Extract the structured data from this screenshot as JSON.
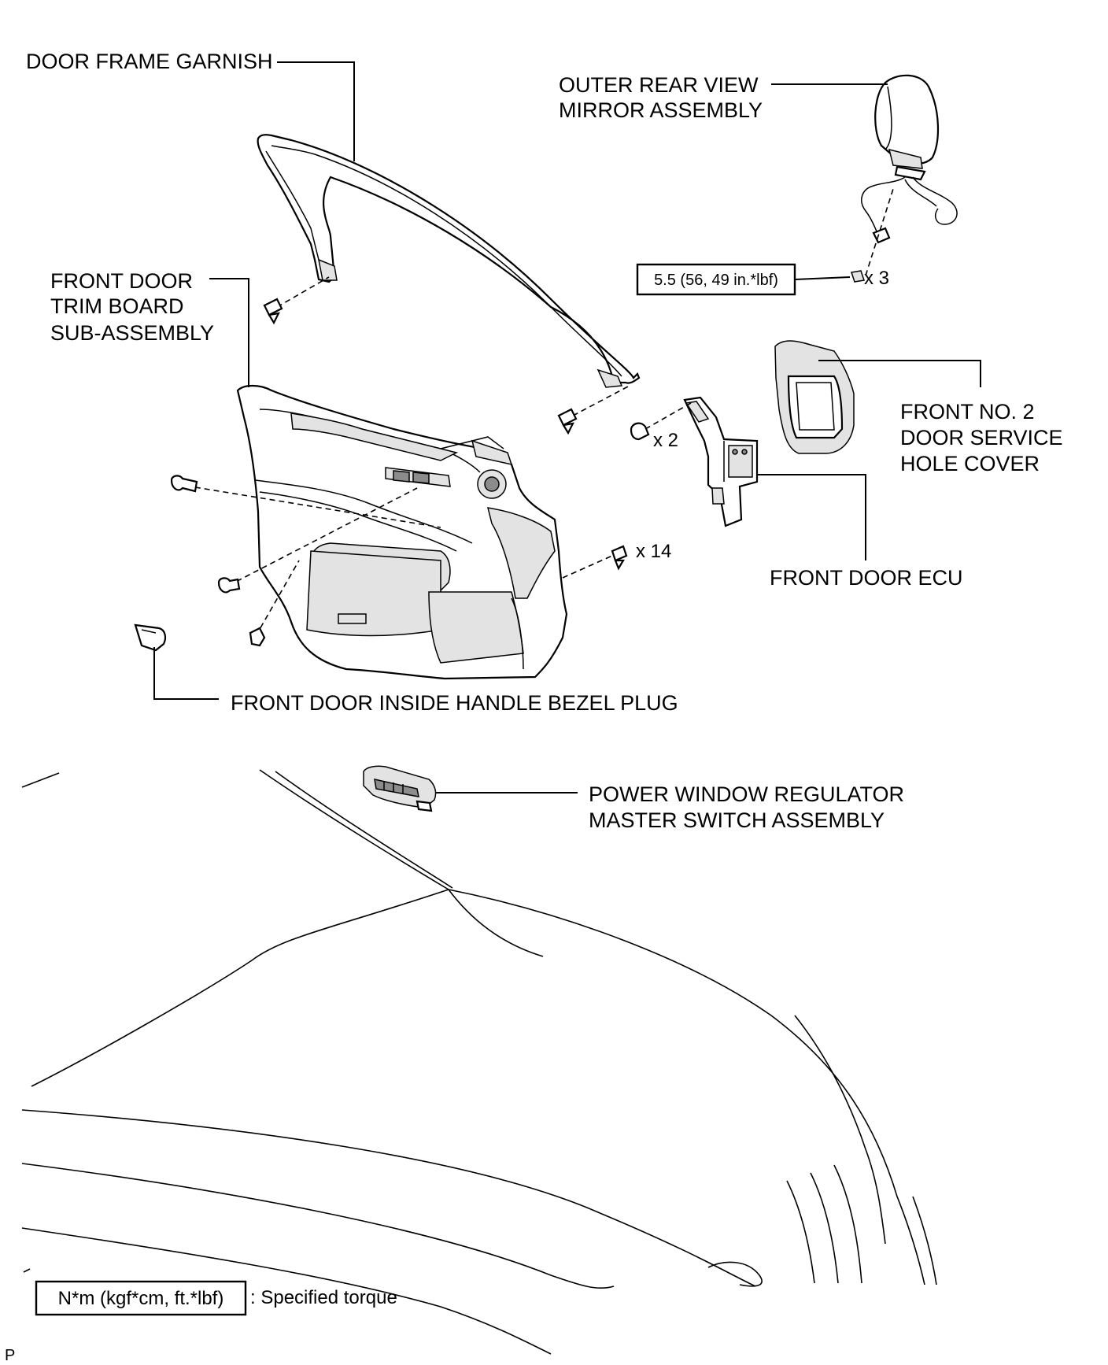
{
  "labels": {
    "door_frame_garnish": "DOOR FRAME GARNISH",
    "outer_mirror_line1": "OUTER REAR VIEW",
    "outer_mirror_line2": "MIRROR ASSEMBLY",
    "trim_board_line1": "FRONT DOOR",
    "trim_board_line2": "TRIM BOARD",
    "trim_board_line3": "SUB-ASSEMBLY",
    "service_cover_line1": "FRONT NO. 2",
    "service_cover_line2": "DOOR SERVICE",
    "service_cover_line3": "HOLE COVER",
    "door_ecu": "FRONT DOOR ECU",
    "bezel_plug": "FRONT DOOR INSIDE HANDLE BEZEL PLUG",
    "master_switch_line1": "POWER WINDOW REGULATOR",
    "master_switch_line2": "MASTER SWITCH ASSEMBLY"
  },
  "torque_spec": "5.5 (56, 49 in.*lbf)",
  "quantities": {
    "mirror_nuts": "x 3",
    "ecu_screws": "x 2",
    "trim_clips": "x 14"
  },
  "legend": {
    "units": "N*m (kgf*cm, ft.*lbf)",
    "description": ": Specified torque"
  },
  "corner_mark": "P"
}
